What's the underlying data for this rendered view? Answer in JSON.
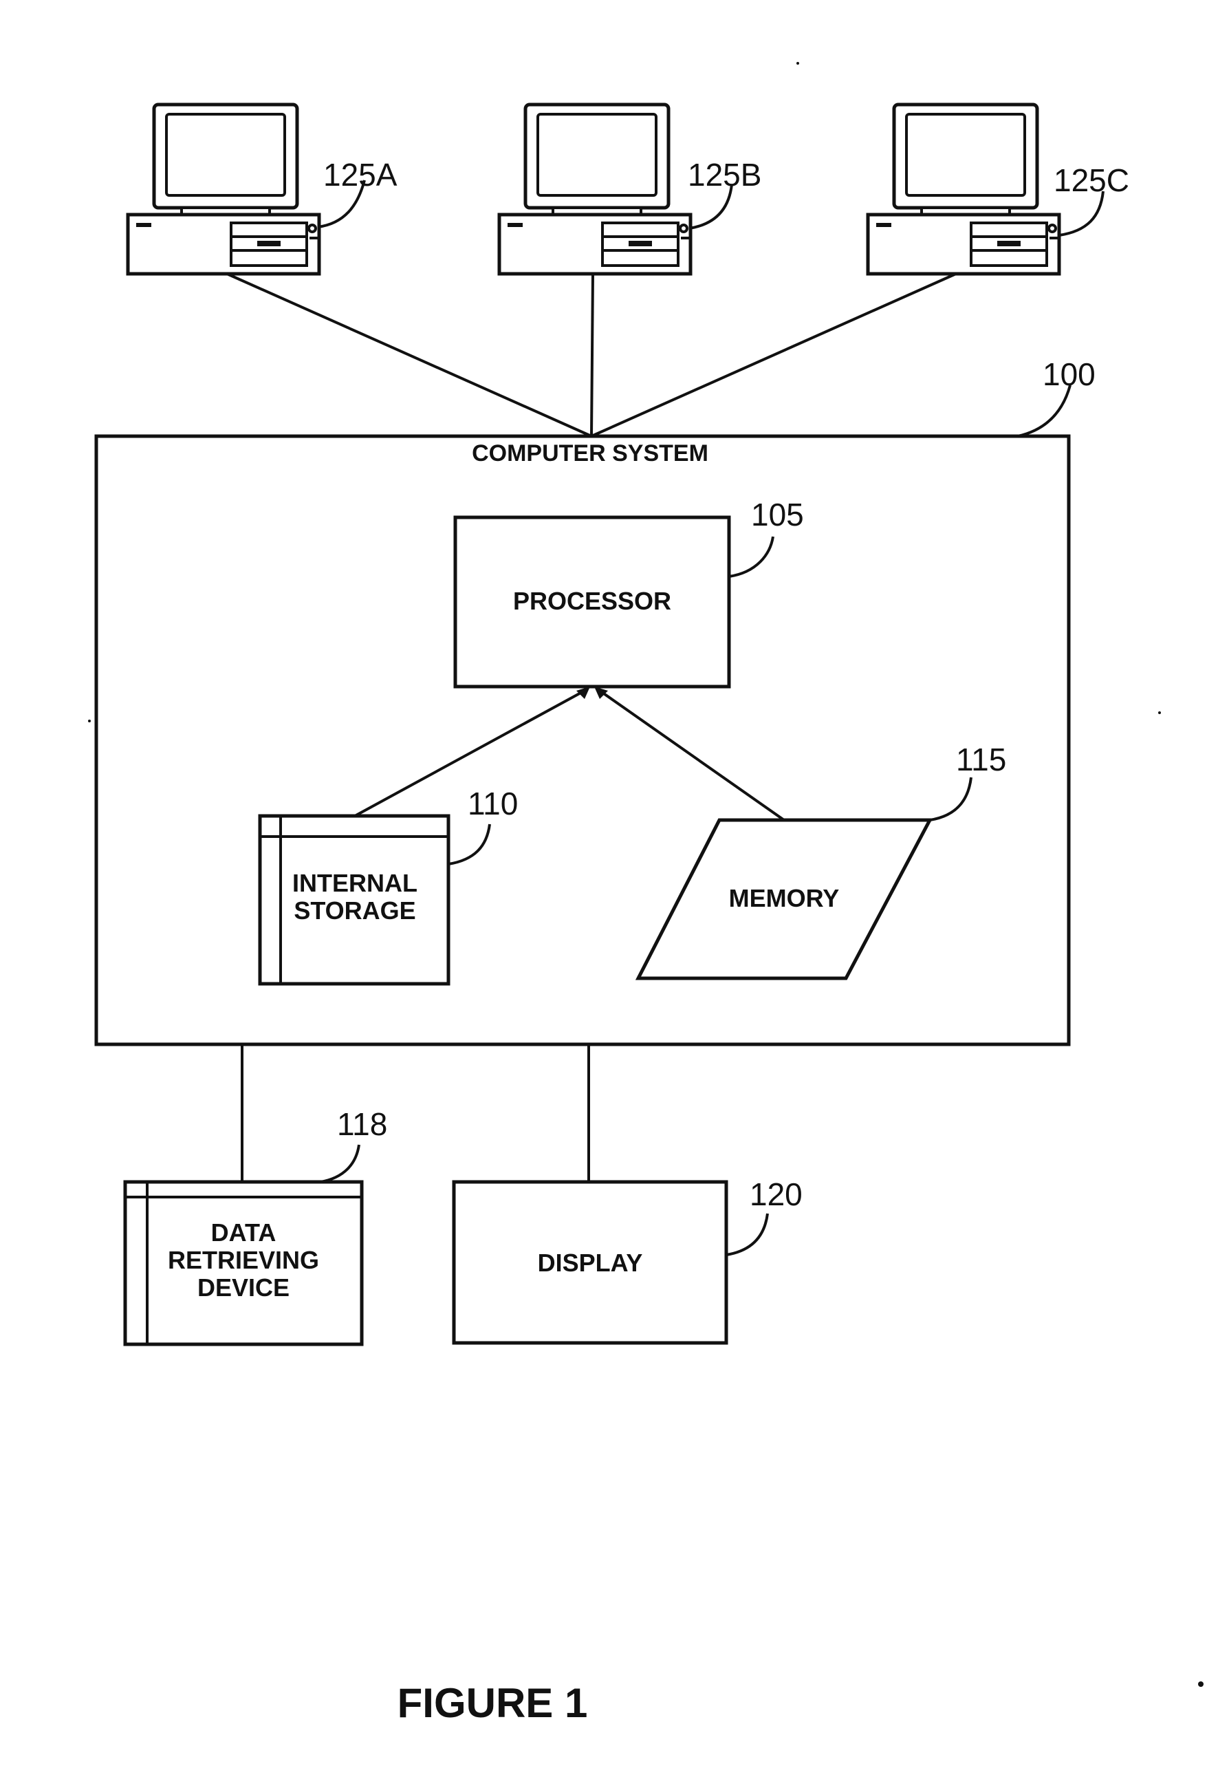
{
  "figure": {
    "caption": "FIGURE 1"
  },
  "computer_system": {
    "label": "COMPUTER SYSTEM",
    "ref": "100"
  },
  "processor": {
    "label": "PROCESSOR",
    "ref": "105"
  },
  "internal_storage": {
    "label_line1": "INTERNAL",
    "label_line2": "STORAGE",
    "ref": "110"
  },
  "memory": {
    "label": "MEMORY",
    "ref": "115"
  },
  "data_retrieving_device": {
    "label_line1": "DATA",
    "label_line2": "RETRIEVING",
    "label_line3": "DEVICE",
    "ref": "118"
  },
  "display": {
    "label": "DISPLAY",
    "ref": "120"
  },
  "terminals": [
    {
      "ref": "125A",
      "icon": "desktop-computer-icon"
    },
    {
      "ref": "125B",
      "icon": "desktop-computer-icon"
    },
    {
      "ref": "125C",
      "icon": "desktop-computer-icon"
    }
  ]
}
